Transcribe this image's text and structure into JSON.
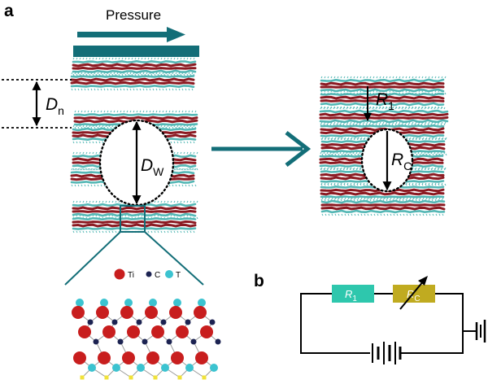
{
  "panel_a": {
    "label": "a",
    "pressure_label": "Pressure"
  },
  "panel_b": {
    "label": "b"
  },
  "labels": {
    "d_n": "D",
    "d_n_sub": "n",
    "d_w": "D",
    "d_w_sub": "W",
    "r1": "R",
    "r1_sub": "1",
    "rc": "R",
    "rc_sub": "C"
  },
  "atoms": {
    "ti": "Ti",
    "c": "C",
    "t": "T"
  },
  "circuit": {
    "r1": "R",
    "r1_sub": "1",
    "rc": "R",
    "rc_sub": "C"
  },
  "colors": {
    "teal": "#136e78",
    "ti_red": "#c81e1e",
    "layer_red": "#8b1a22",
    "layer_teal": "#54b7b5",
    "c_navy": "#1c2352",
    "t_cyan": "#3cc3d0",
    "r1_green": "#2ec7ad",
    "rc_gold": "#c0ab20",
    "h_yellow": "#f0e23a"
  }
}
